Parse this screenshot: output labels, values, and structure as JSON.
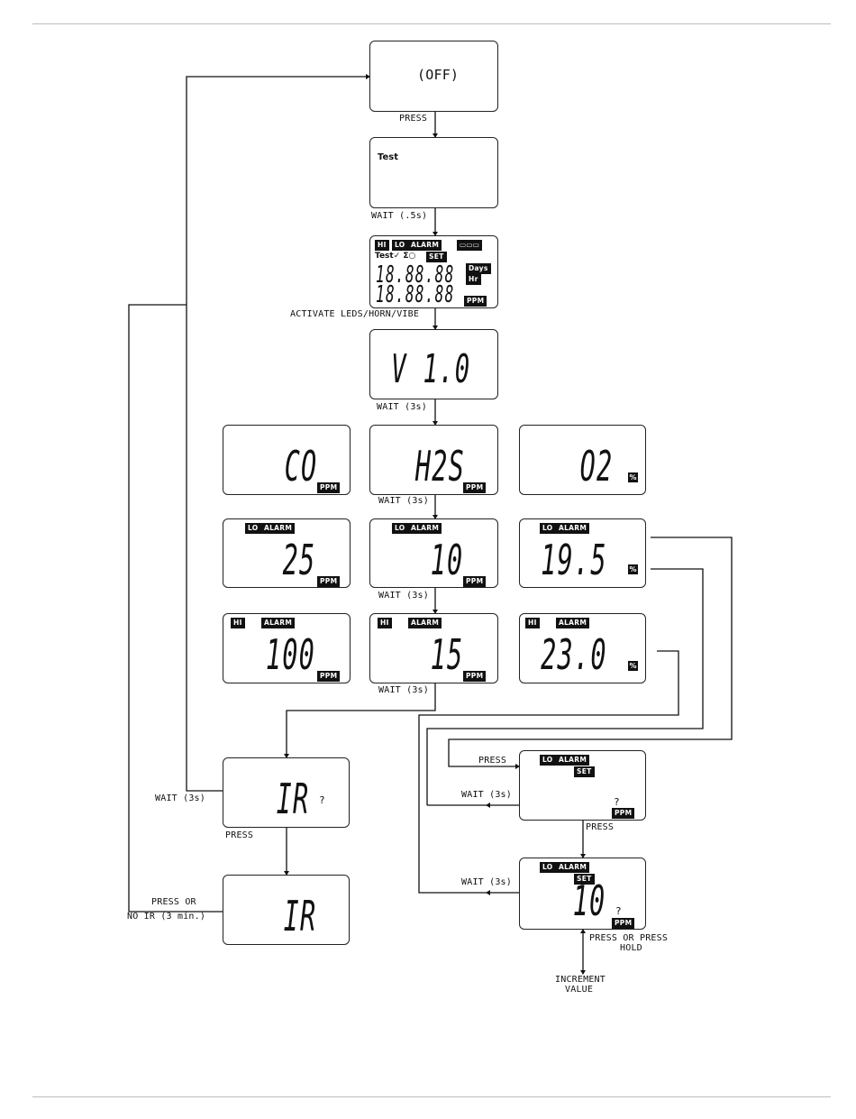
{
  "screens": {
    "off": "(OFF)",
    "test": "Test",
    "version": "V 1.0",
    "co": "CO",
    "h2s": "H2S",
    "o2": "O2",
    "lo_co": "25",
    "lo_h2s": "10",
    "lo_o2": "19.5",
    "hi_co": "100",
    "hi_h2s": "15",
    "hi_o2": "23.0",
    "ir1": "IR",
    "ir2": "IR",
    "set_value": "10"
  },
  "tags": {
    "hi": "HI",
    "lo": "LO",
    "alarm": "ALARM",
    "set": "SET",
    "ppm": "PPM",
    "pct": "%",
    "test_check": "Test✓ Σ○",
    "bat": "▭▭▭",
    "days": "Days",
    "hr": "Hr"
  },
  "labels": {
    "press1": "PRESS",
    "wait_5s": "WAIT (.5s)",
    "activate": "ACTIVATE LEDS/HORN/VIBE",
    "wait3_a": "WAIT (3s)",
    "wait3_b": "WAIT (3s)",
    "wait3_c": "WAIT (3s)",
    "wait3_d": "WAIT (3s)",
    "wait3_ir": "WAIT (3s)",
    "press_ir": "PRESS",
    "press_or": "PRESS OR",
    "no_ir": "NO IR (3 min.)",
    "press_set": "PRESS",
    "wait3_set": "WAIT (3s)",
    "press_set2": "PRESS",
    "wait3_set2": "WAIT (3s)",
    "press_or_hold": "PRESS OR PRESS",
    "hold": "HOLD",
    "increment": "INCREMENT",
    "value": "VALUE"
  }
}
